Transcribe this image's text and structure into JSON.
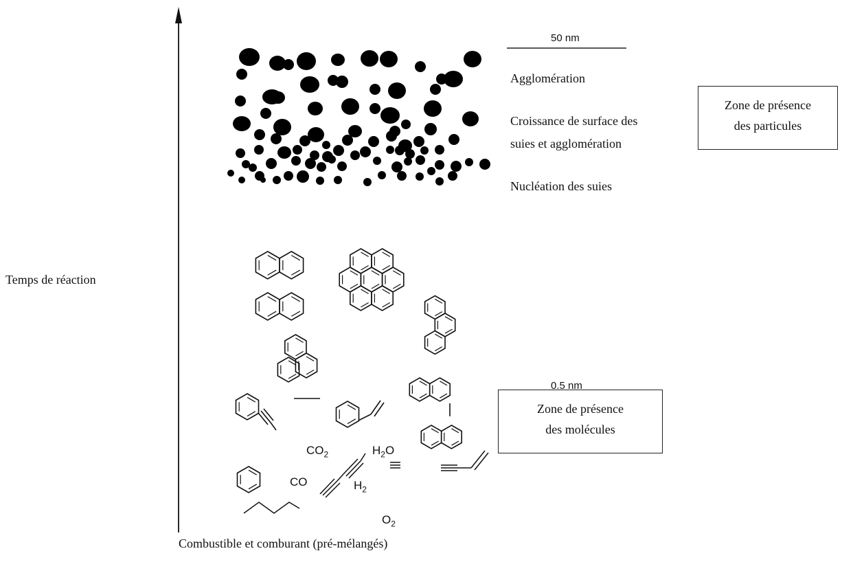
{
  "axis": {
    "label": "Temps de réaction",
    "bottom_label": "Combustible et comburant (pré-mélangés)"
  },
  "scales": {
    "particles": "50 nm",
    "molecules": "0.5 nm"
  },
  "stages": {
    "agglomeration": "Agglomération",
    "growth_line1": "Croissance de surface des",
    "growth_line2": "suies et agglomération",
    "nucleation": "Nucléation des suies"
  },
  "boxes": {
    "particles_line1": "Zone de présence",
    "particles_line2": "des particules",
    "molecules_line1": "Zone de présence",
    "molecules_line2": "des molécules"
  },
  "species": {
    "co2": "CO",
    "co2_sub": "2",
    "h2o_a": "H",
    "h2o_sub": "2",
    "h2o_b": "O",
    "co": "CO",
    "h2": "H",
    "h2_sub": "2",
    "o2": "O",
    "o2_sub": "2"
  }
}
